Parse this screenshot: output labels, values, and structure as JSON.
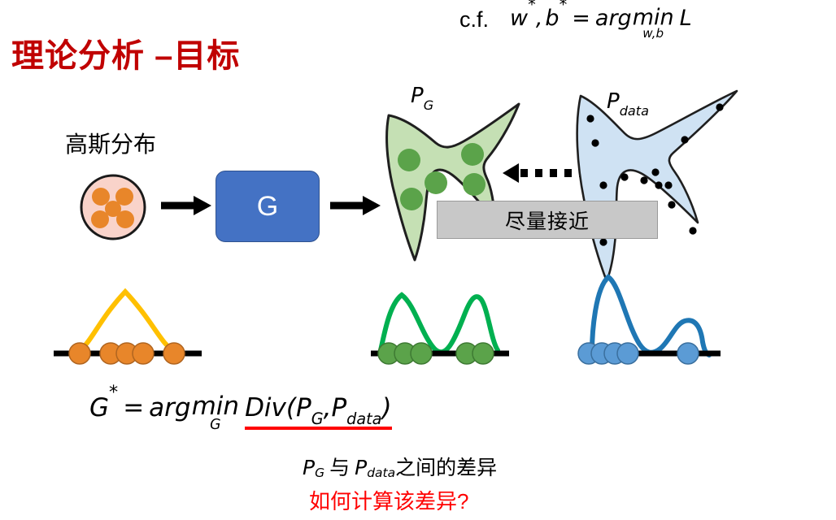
{
  "slide": {
    "title": "理论分析 –目标",
    "title_color": "#c00000",
    "background": "#ffffff"
  },
  "cf_formula": {
    "label": "c.f.",
    "lhs_w": "w",
    "lhs_star1": "*",
    "comma": ",",
    "lhs_b": "b",
    "lhs_star2": "*",
    "equals": "=",
    "arg": "arg",
    "min": "min",
    "min_subscript": "w,b",
    "loss": "L",
    "plain": "c.f.  w*, b* = arg min_{w,b} L"
  },
  "pipeline": {
    "gaussian_label": "高斯分布",
    "generator_label": "G",
    "generator_color": "#4472c4",
    "gaussian_circle_fill": "#f9d3ca",
    "gaussian_dot_color": "#e8862a",
    "gaussian_dot_count": 5,
    "arrow_color": "#000000"
  },
  "blobs": {
    "generated": {
      "label_p": "P",
      "label_sub": "G",
      "fill": "#c5e0b4",
      "stroke": "#1f1f1f",
      "dot_color": "#5ba34a",
      "dot_count": 5,
      "plain": "P_G"
    },
    "real": {
      "label_p": "P",
      "label_sub": "data",
      "fill": "#cfe2f3",
      "stroke": "#1f1f1f",
      "dot_color": "#000000",
      "dot_count": 14,
      "plain": "P_data"
    },
    "closeness_note": "尽量接近",
    "closeness_box_fill": "#c8c8c8"
  },
  "chart_data": [
    {
      "type": "line",
      "name": "gaussian-prior-density",
      "title": "",
      "color": "#ffc000",
      "axis_color": "#000000",
      "sample_color": "#e8862a",
      "sample_count": 5,
      "x": [
        0,
        0.1,
        0.2,
        0.3,
        0.4,
        0.5,
        0.6,
        0.7,
        0.8,
        0.9,
        1.0
      ],
      "y": [
        0.05,
        0.28,
        0.56,
        0.8,
        0.95,
        1.0,
        0.95,
        0.8,
        0.56,
        0.28,
        0.05
      ],
      "samples_x": [
        0.1,
        0.38,
        0.5,
        0.62,
        0.88
      ],
      "xlabel": "",
      "ylabel": "",
      "ylim": [
        0,
        1
      ],
      "grid": false,
      "legend": "none"
    },
    {
      "type": "line",
      "name": "generated-distribution-density",
      "title": "",
      "color": "#00b050",
      "axis_color": "#000000",
      "sample_color": "#5ba34a",
      "sample_count": 5,
      "x": [
        0,
        0.1,
        0.2,
        0.3,
        0.4,
        0.5,
        0.6,
        0.7,
        0.8,
        0.9,
        1.0
      ],
      "y": [
        0.1,
        0.62,
        0.92,
        0.62,
        0.22,
        0.06,
        0.22,
        0.72,
        0.88,
        0.48,
        0.1
      ],
      "samples_x": [
        0.08,
        0.18,
        0.28,
        0.7,
        0.8
      ],
      "xlabel": "",
      "ylabel": "",
      "ylim": [
        0,
        1
      ],
      "grid": false,
      "legend": "none"
    },
    {
      "type": "line",
      "name": "real-data-distribution-density",
      "title": "",
      "color": "#1f77b4",
      "axis_color": "#000000",
      "sample_color": "#5b9bd5",
      "sample_count": 5,
      "x": [
        0,
        0.05,
        0.12,
        0.2,
        0.3,
        0.4,
        0.5,
        0.6,
        0.7,
        0.8,
        0.9,
        1.0
      ],
      "y": [
        0.02,
        0.55,
        1.0,
        0.78,
        0.36,
        0.1,
        0.05,
        0.16,
        0.34,
        0.38,
        0.3,
        0.18
      ],
      "samples_x": [
        0.03,
        0.1,
        0.17,
        0.25,
        0.72
      ],
      "xlabel": "",
      "ylabel": "",
      "ylim": [
        0,
        1
      ],
      "grid": false,
      "legend": "none"
    }
  ],
  "objective": {
    "g": "G",
    "star": "*",
    "equals": "=",
    "arg": "arg",
    "min": "min",
    "min_subscript": "G",
    "div": "Div",
    "open_paren": "(",
    "pg_p": "P",
    "pg_sub": "G",
    "comma": ",",
    "pdata_p": "P",
    "pdata_sub": "data",
    "close_paren": ")",
    "underline_color": "#ff0000",
    "plain": "G* = arg min_G Div(P_G, P_data)"
  },
  "captions": {
    "difference_note_p1": "P",
    "difference_note_sub1": "G",
    "difference_note_mid": "与",
    "difference_note_p2": "P",
    "difference_note_sub2": "data",
    "difference_note_tail": "之间的差异",
    "difference_note_plain": "P_G 与 P_data之间的差异",
    "question": "如何计算该差异?",
    "question_color": "#ff0000"
  }
}
